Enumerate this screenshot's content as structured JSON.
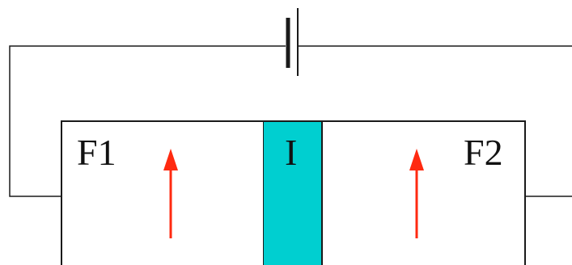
{
  "labels": {
    "left_layer": "F1",
    "barrier": "I",
    "right_layer": "F2"
  },
  "colors": {
    "wire": "#1a1a1a",
    "barrier_fill": "#00cfd0",
    "arrow": "#ff2a10",
    "background": "#ffffff"
  },
  "icons": {
    "source": "battery-icon",
    "left_magnetization": "arrow-up-icon",
    "right_magnetization": "arrow-up-icon"
  }
}
